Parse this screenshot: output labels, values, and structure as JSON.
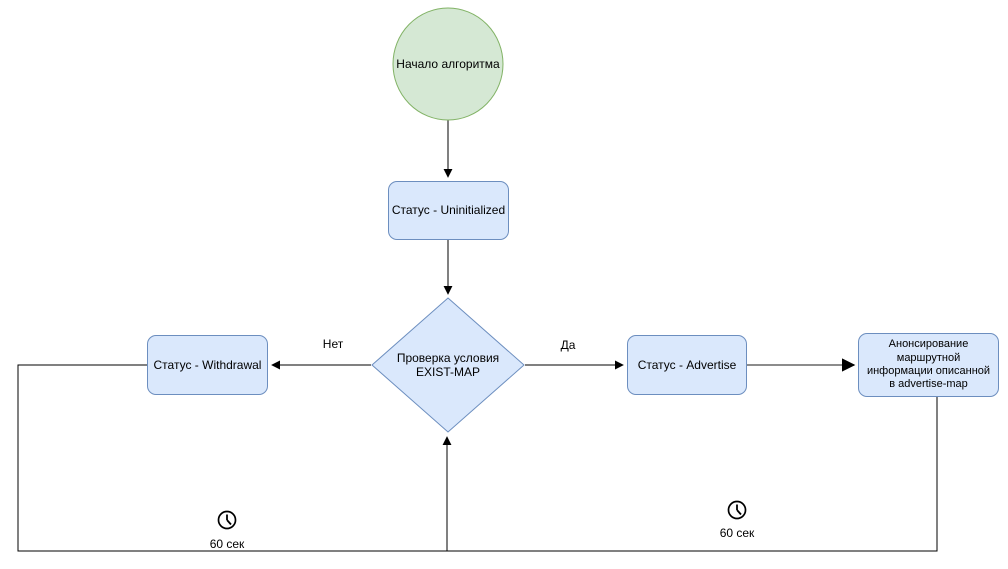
{
  "diagram": {
    "title": "BGP advertise-map algorithm flowchart",
    "nodes": {
      "start": {
        "label": "Начало алгоритма",
        "fill": "#d5e8d4",
        "stroke": "#82b366"
      },
      "uninitialized": {
        "label": "Статус - Uninitialized",
        "fill": "#dae8fc",
        "stroke": "#6c8ebf"
      },
      "decision": {
        "lines": [
          "Проверка условия",
          "EXIST-MAP"
        ],
        "fill": "#dae8fc",
        "stroke": "#6c8ebf"
      },
      "withdrawal": {
        "label": "Статус - Withdrawal",
        "fill": "#dae8fc",
        "stroke": "#6c8ebf"
      },
      "advertise": {
        "label": "Статус - Advertise",
        "fill": "#dae8fc",
        "stroke": "#6c8ebf"
      },
      "announce": {
        "lines": [
          "Анонсирование",
          "маршрутной",
          "информации описанной",
          "в advertise-map"
        ],
        "fill": "#dae8fc",
        "stroke": "#6c8ebf"
      }
    },
    "edge_labels": {
      "no": "Нет",
      "yes": "Да"
    },
    "timers": {
      "left_label": "60 сек",
      "right_label": "60 сек"
    },
    "colors": {
      "line": "#000000",
      "gray_line": "#666666"
    }
  }
}
